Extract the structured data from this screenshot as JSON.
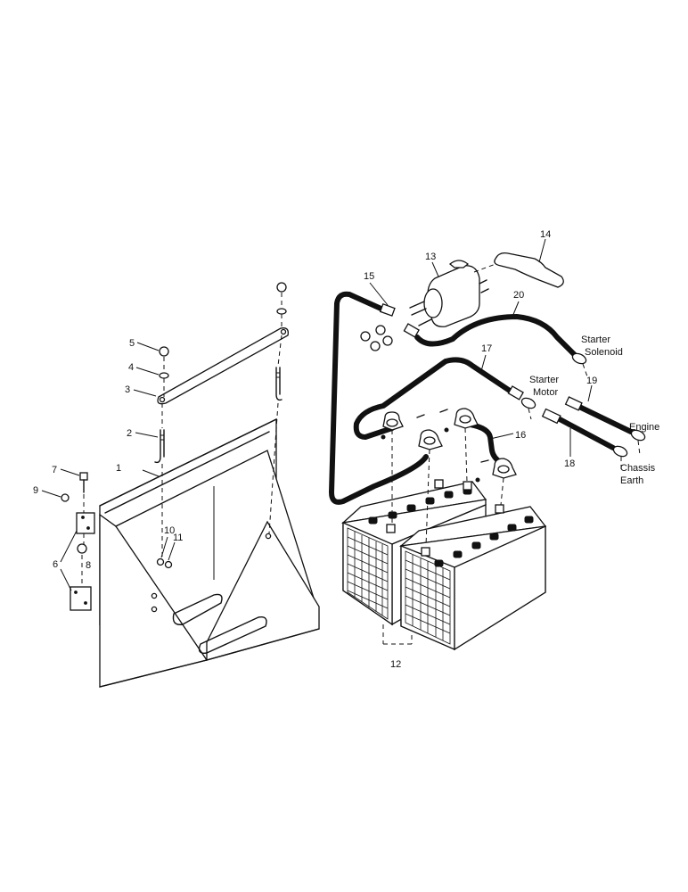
{
  "parts": {
    "p1": "1",
    "p2": "2",
    "p3": "3",
    "p4": "4",
    "p5": "5",
    "p6": "6",
    "p7": "7",
    "p8": "8",
    "p9": "9",
    "p10": "10",
    "p11": "11",
    "p12": "12",
    "p13": "13",
    "p14": "14",
    "p15": "15",
    "p16": "16",
    "p17": "17",
    "p18": "18",
    "p19": "19",
    "p20": "20"
  },
  "labels": {
    "starter_solenoid": [
      "Starter",
      "Solenoid"
    ],
    "starter_motor": [
      "Starter",
      "Motor"
    ],
    "engine": "Engine",
    "chassis_earth": [
      "Chassis",
      "Earth"
    ]
  }
}
